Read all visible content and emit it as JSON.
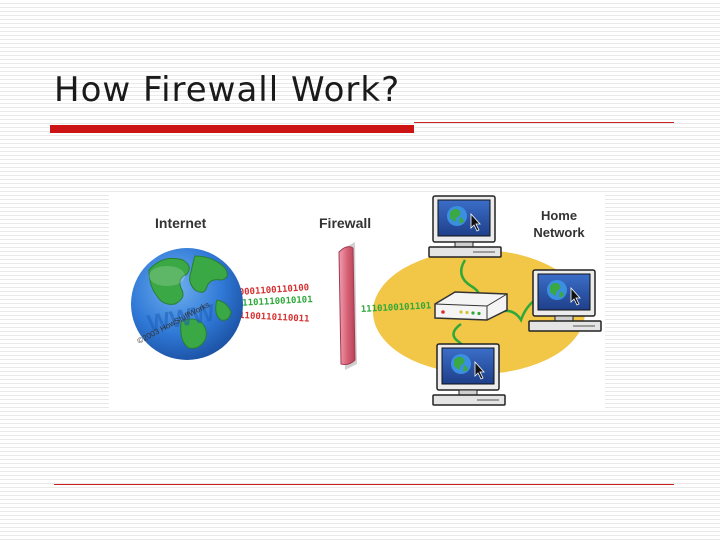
{
  "slide": {
    "title": "How Firewall Work?"
  },
  "diagram": {
    "internet_label": "Internet",
    "firewall_label": "Firewall",
    "home_label_line1": "Home",
    "home_label_line2": "Network",
    "globe_text": "WWW",
    "copyright": "©2003 HowStuffWorks",
    "bits_red_1": "0001100110100",
    "bits_green": "11101110010101",
    "bits_red_2": "1100110110011",
    "bits_right": "1110100101101"
  },
  "colors": {
    "accent_red": "#cc1414",
    "home_network_oval": "#f2c646",
    "globe_ocean": "#2f78d6",
    "globe_land": "#3aa845",
    "firewall_pink": "#d86478"
  }
}
